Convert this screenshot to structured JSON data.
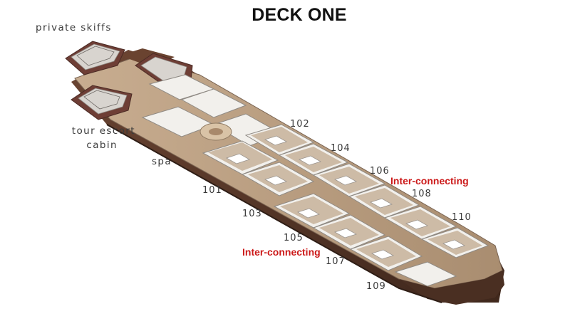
{
  "title": "DECK ONE",
  "labels": {
    "private_skiffs": "private skiffs",
    "tour_escort_line1": "tour escort",
    "tour_escort_line2": "cabin",
    "spa": "spa"
  },
  "cabins": [
    "101",
    "102",
    "103",
    "104",
    "105",
    "106",
    "107",
    "108",
    "109",
    "110"
  ],
  "interconnecting": [
    "Inter-connecting",
    "Inter-connecting"
  ],
  "colors": {
    "hull_wood": "#5a3a2a",
    "wall": "#f2f0ec",
    "floor": "#b89c7e",
    "accent_red": "#cc1a1a"
  }
}
